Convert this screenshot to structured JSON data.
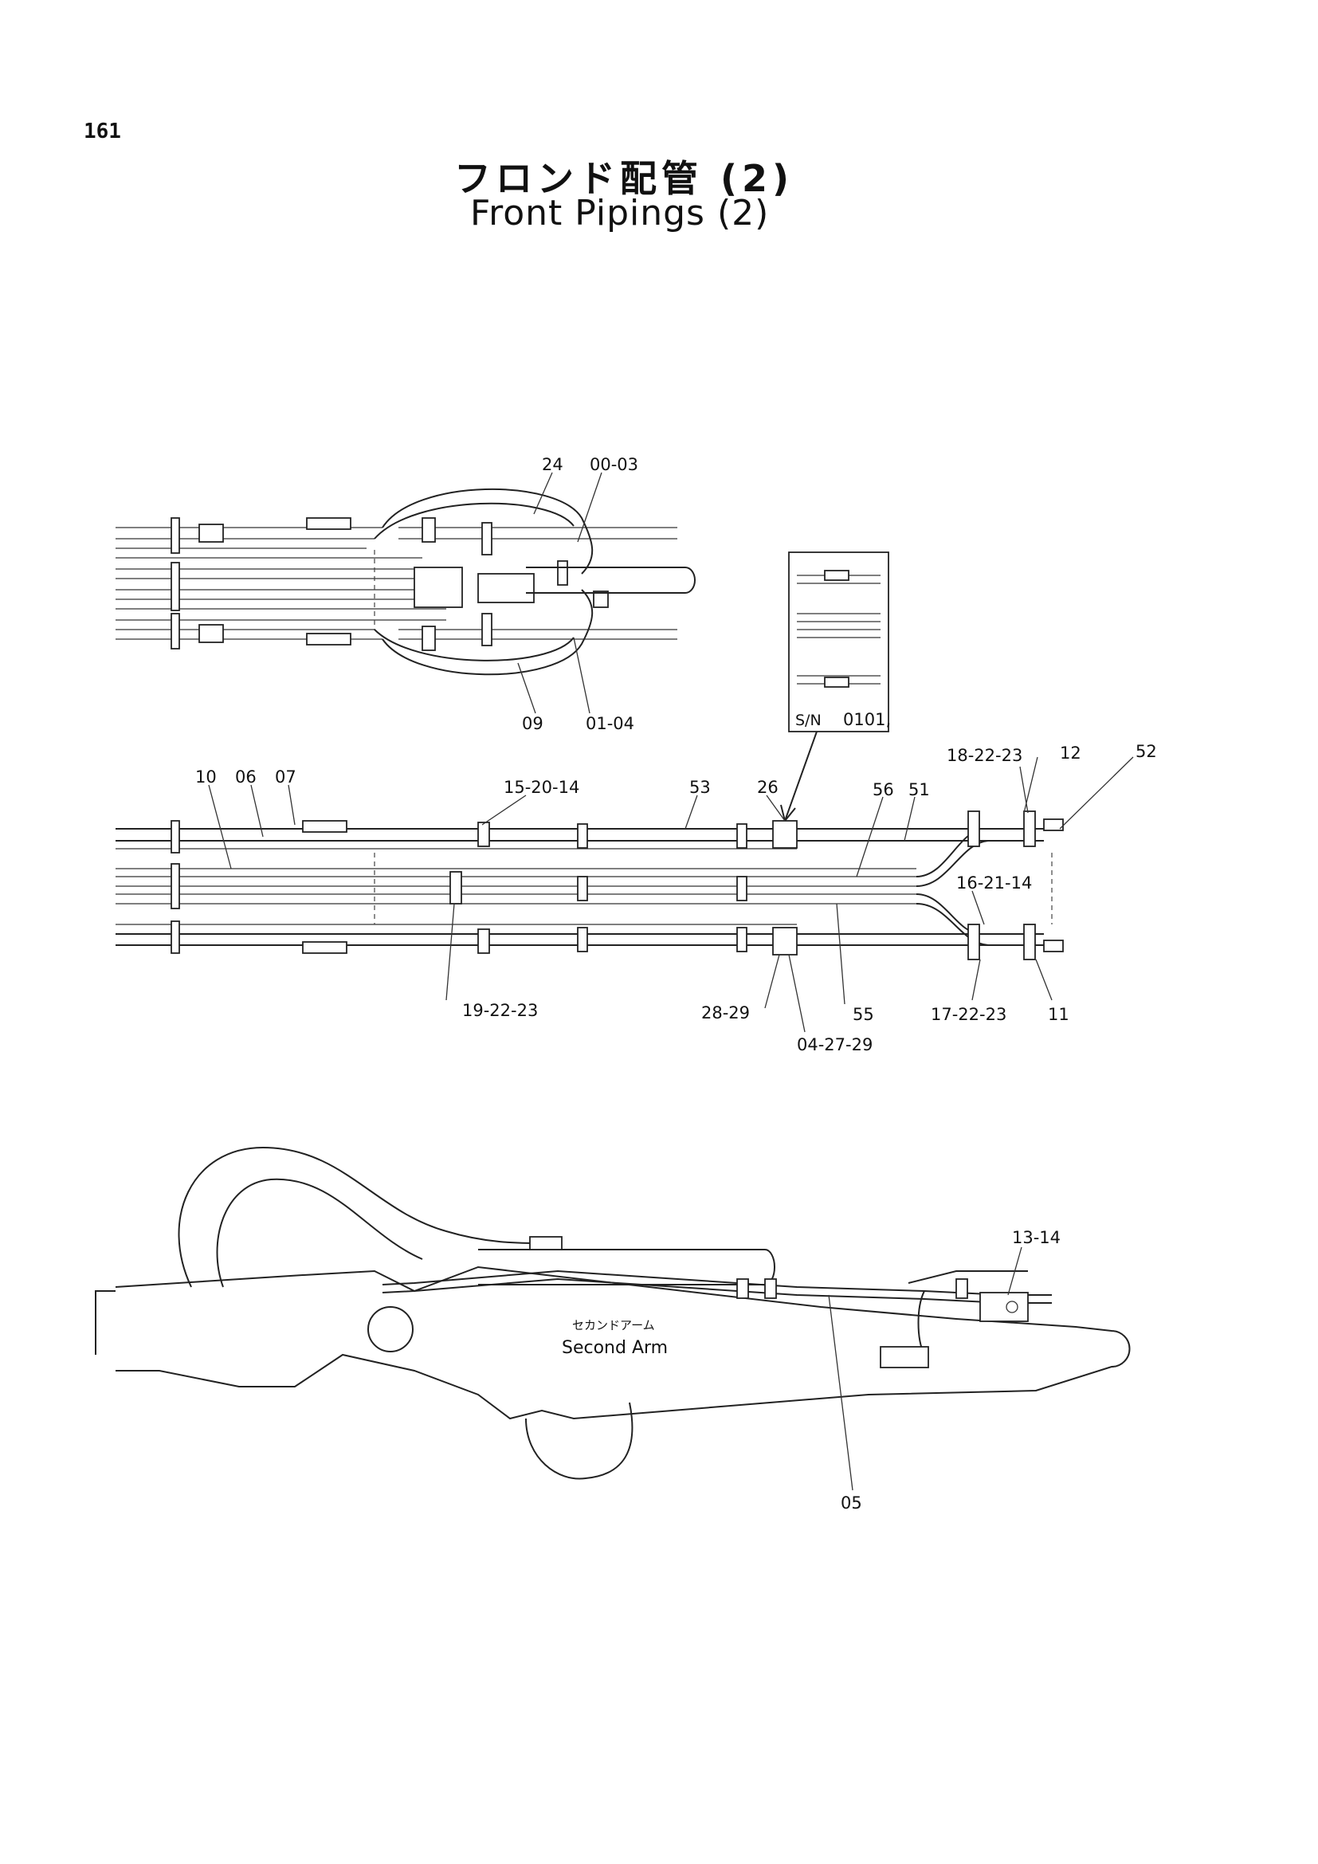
{
  "page_number": "161",
  "title_jp": "フロンド配管 (2)",
  "title_en": "Front Pipings (2)",
  "inset": {
    "serial_prefix": "S/N",
    "serial_value": "0101,"
  },
  "component": {
    "label_jp": "セカンドアーム",
    "label_en": "Second Arm"
  },
  "callouts": {
    "top": [
      "24",
      "00-03",
      "09",
      "01-04"
    ],
    "middle": [
      "10",
      "06",
      "07",
      "15-20-14",
      "53",
      "26",
      "56",
      "51",
      "18-22-23",
      "12",
      "52",
      "16-21-14",
      "19-22-23",
      "28-29",
      "55",
      "17-22-23",
      "11",
      "04-27-29"
    ],
    "bottom": [
      "13-14",
      "05"
    ]
  }
}
